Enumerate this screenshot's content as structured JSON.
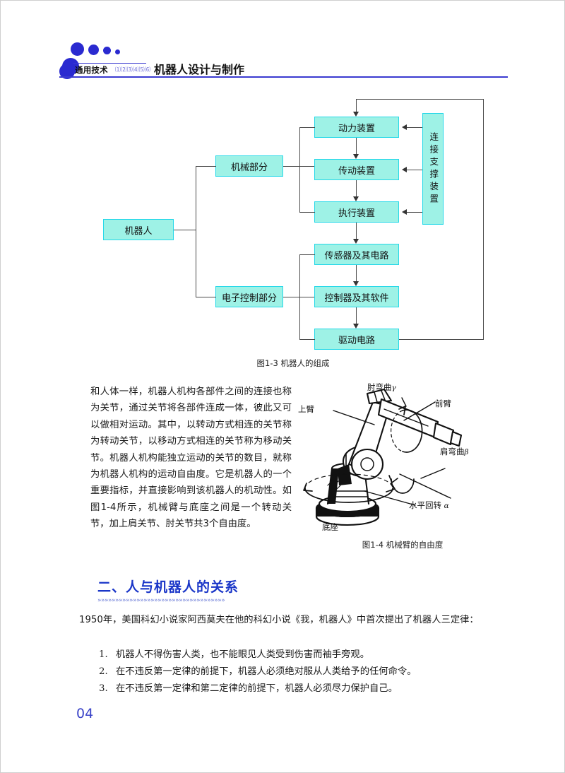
{
  "header": {
    "subject": "通用技术",
    "series_marks": "⑴⑵⑶⑷⑸⑹",
    "title": "机器人设计与制作"
  },
  "flowchart": {
    "caption": "图1-3  机器人的组成",
    "nodes": {
      "root": "机器人",
      "mechanical": "机械部分",
      "electronic": "电子控制部分",
      "power_device": "动力装置",
      "transmission_device": "传动装置",
      "actuator_device": "执行装置",
      "support_device": "连接支撑装置",
      "sensor_circuit": "传感器及其电路",
      "controller_software": "控制器及其软件",
      "driver_circuit": "驱动电路"
    },
    "colors": {
      "node_fill": "#9ef2e6",
      "node_border": "#25d8e8",
      "line": "#4a4a4a"
    }
  },
  "article": {
    "paragraph_1": "和人体一样，机器人机构各部件之间的连接也称为关节，通过关节将各部件连成一体，彼此又可以做相对运动。其中，以转动方式相连的关节称为转动关节，以移动方式相连的关节称为移动关节。机器人机构能独立运动的关节的数目，就称为机器人机构的运动自由度。它是机器人的一个重要指标，并直接影响到该机器人的机动性。如图1-4所示，机械臂与底座之间是一个转动关节，加上肩关节、肘关节共3个自由度。"
  },
  "arm_figure": {
    "caption": "图1-4  机械臂的自由度",
    "labels": {
      "elbow": "肘弯曲",
      "elbow_symbol": "γ",
      "forearm": "前臂",
      "upper_arm": "上臂",
      "shoulder": "肩弯曲",
      "shoulder_symbol": "β",
      "horizontal_rotation": "水平回转",
      "horizontal_symbol": "α",
      "base": "底座"
    }
  },
  "section": {
    "heading": "二、人与机器人的关系",
    "heading_color": "#1a36c8",
    "chevrons": "»»»»»»»»»»»»»»»»»»»»»»»»»»»»»»»»»»»»",
    "intro": "1950年，美国科幻小说家阿西莫夫在他的科幻小说《我，机器人》中首次提出了机器人三定律：",
    "laws": [
      {
        "num": "1.",
        "text": "机器人不得伤害人类，也不能眼见人类受到伤害而袖手旁观。"
      },
      {
        "num": "2.",
        "text": "在不违反第一定律的前提下，机器人必须绝对服从人类给予的任何命令。"
      },
      {
        "num": "3.",
        "text": "在不违反第一定律和第二定律的前提下，机器人必须尽力保护自己。"
      }
    ]
  },
  "footer": {
    "page_number": "04",
    "page_number_color": "#3a43c8"
  }
}
